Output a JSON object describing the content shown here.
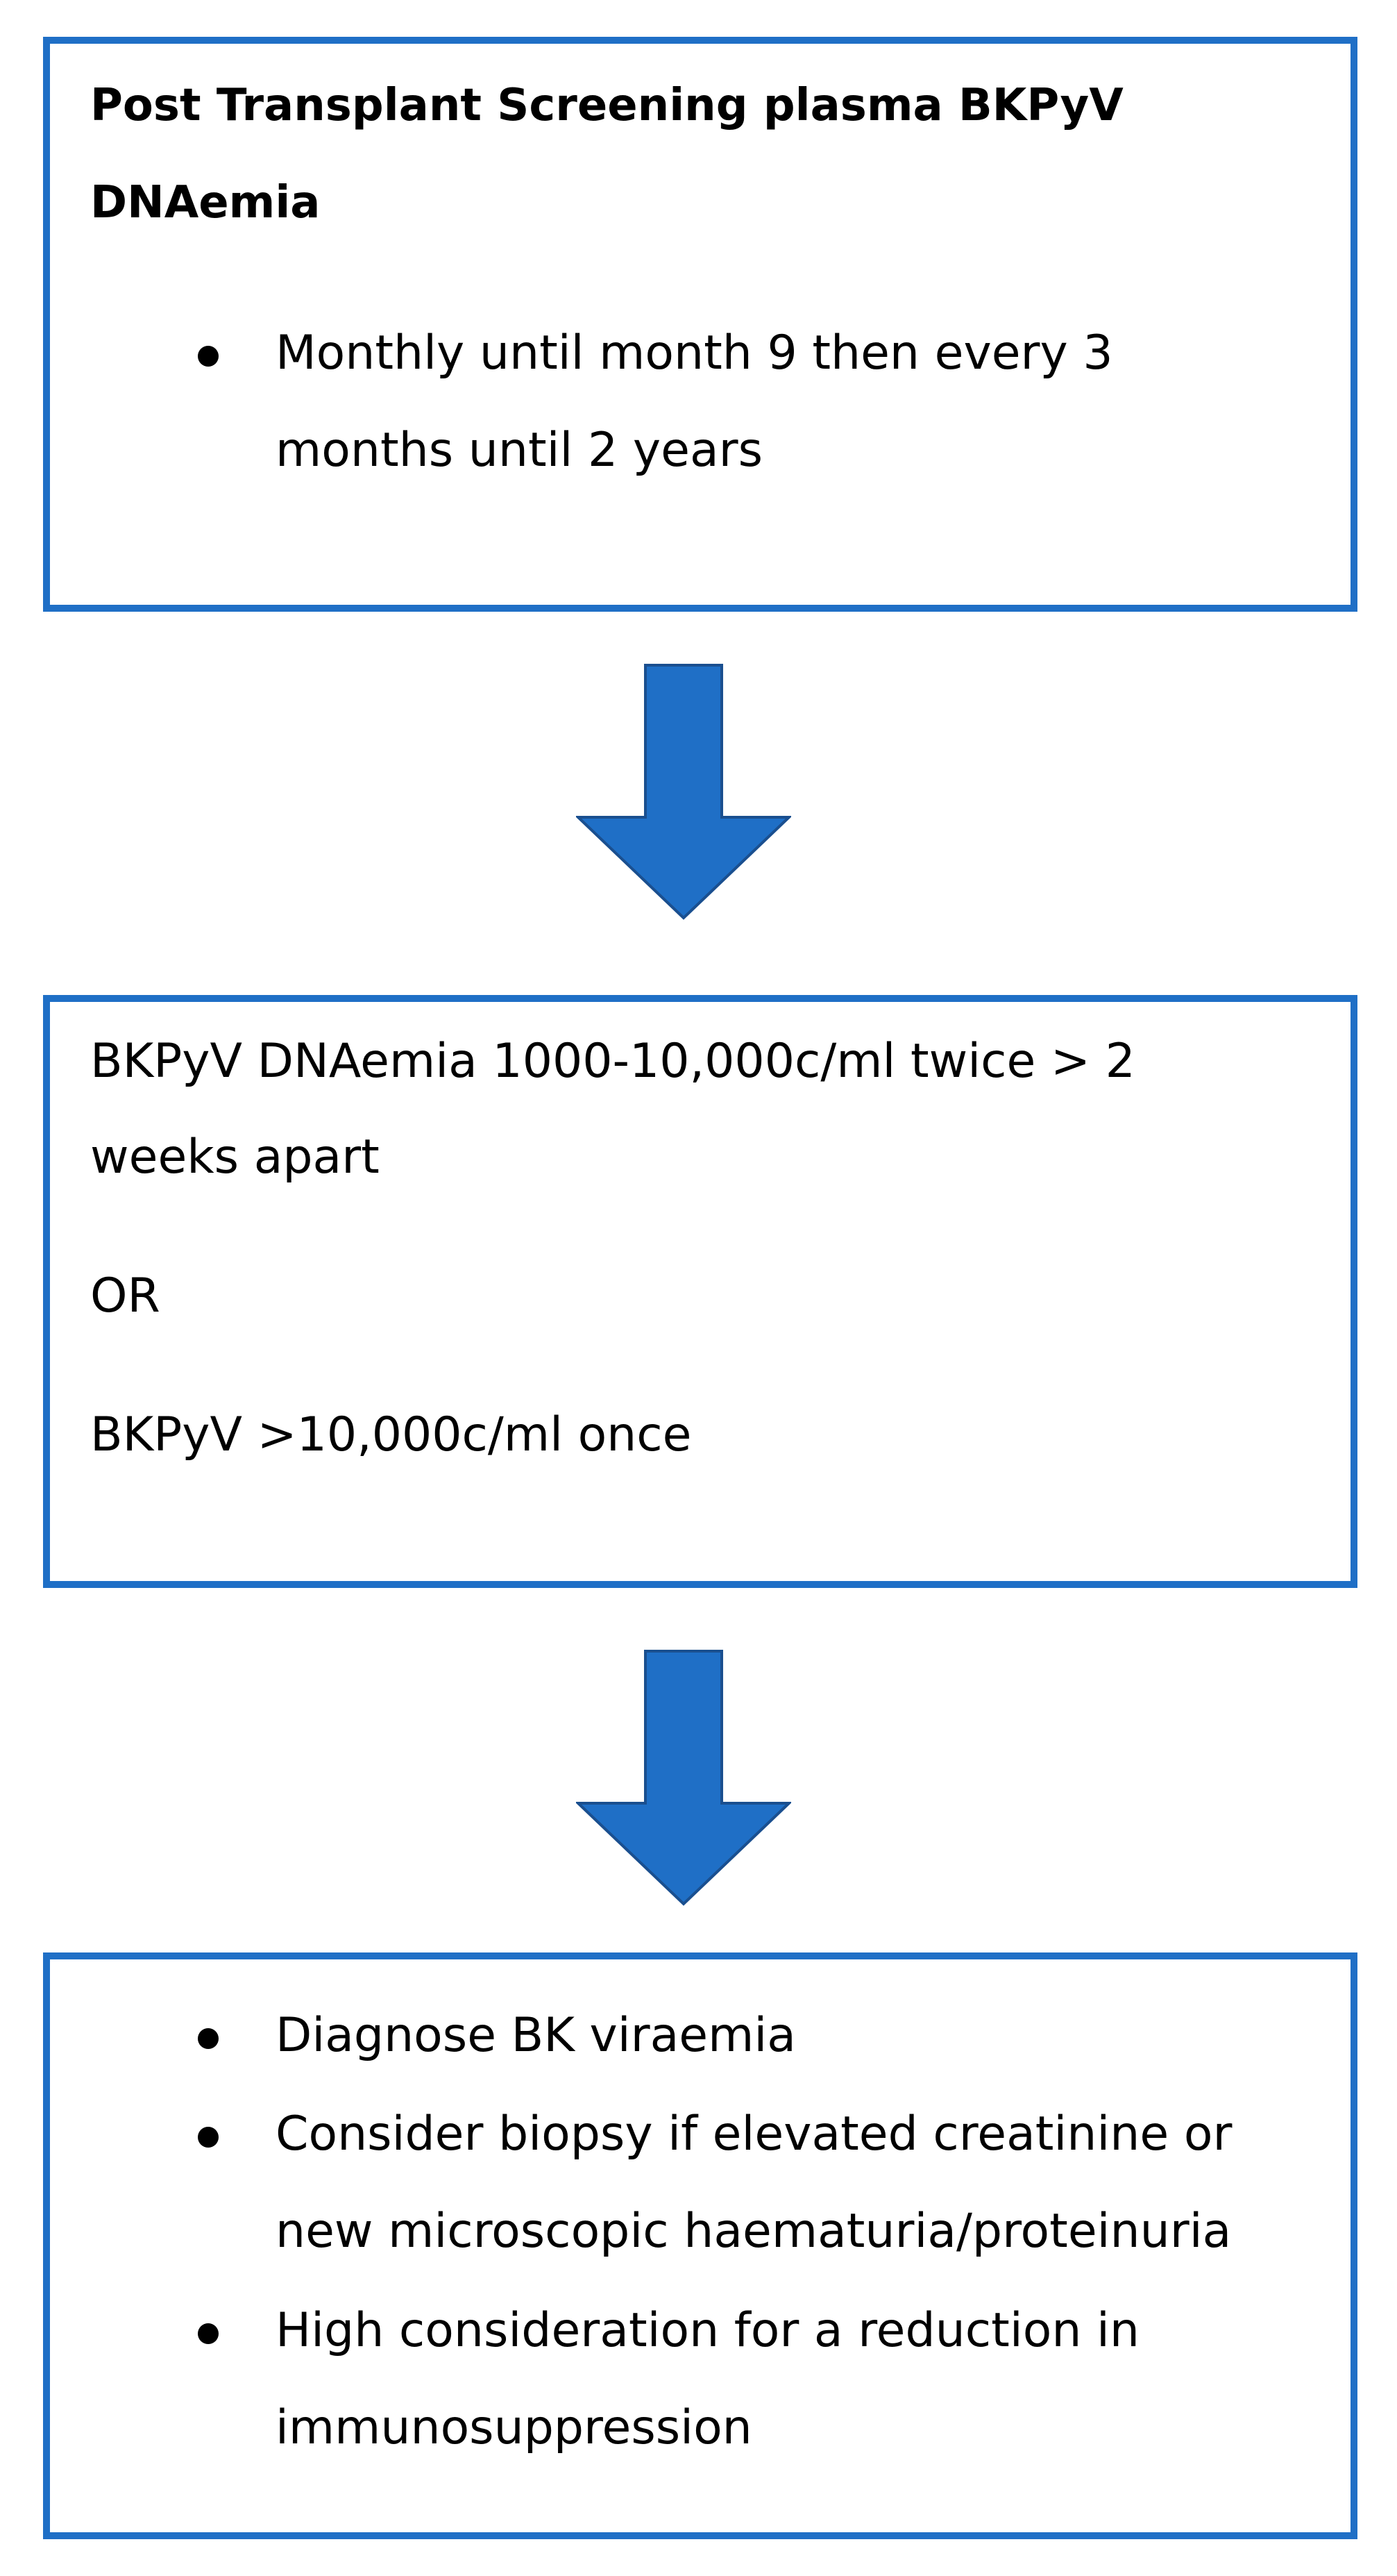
{
  "step1": {
    "title_lines": [
      "Post Transplant Screening plasma BKPyV",
      "DNAemia"
    ],
    "bullet_lines": [
      "Monthly until month 9 then every 3",
      "months until 2 years"
    ]
  },
  "step2": {
    "lines": [
      "BKPyV DNAemia 1000-10,000c/ml twice > 2",
      "weeks apart",
      "OR",
      "BKPyV >10,000c/ml once"
    ]
  },
  "step3": {
    "bullets": [
      {
        "lines": [
          "Diagnose BK viraemia"
        ]
      },
      {
        "lines": [
          "Consider biopsy if elevated creatinine or",
          "new microscopic haematuria/proteinuria"
        ]
      },
      {
        "lines": [
          "High consideration for a reduction in",
          "immunosuppression"
        ]
      }
    ]
  },
  "colors": {
    "border": "#1f6fc6",
    "arrow_fill": "#1f6fc6",
    "arrow_stroke": "#1a4f8f"
  }
}
